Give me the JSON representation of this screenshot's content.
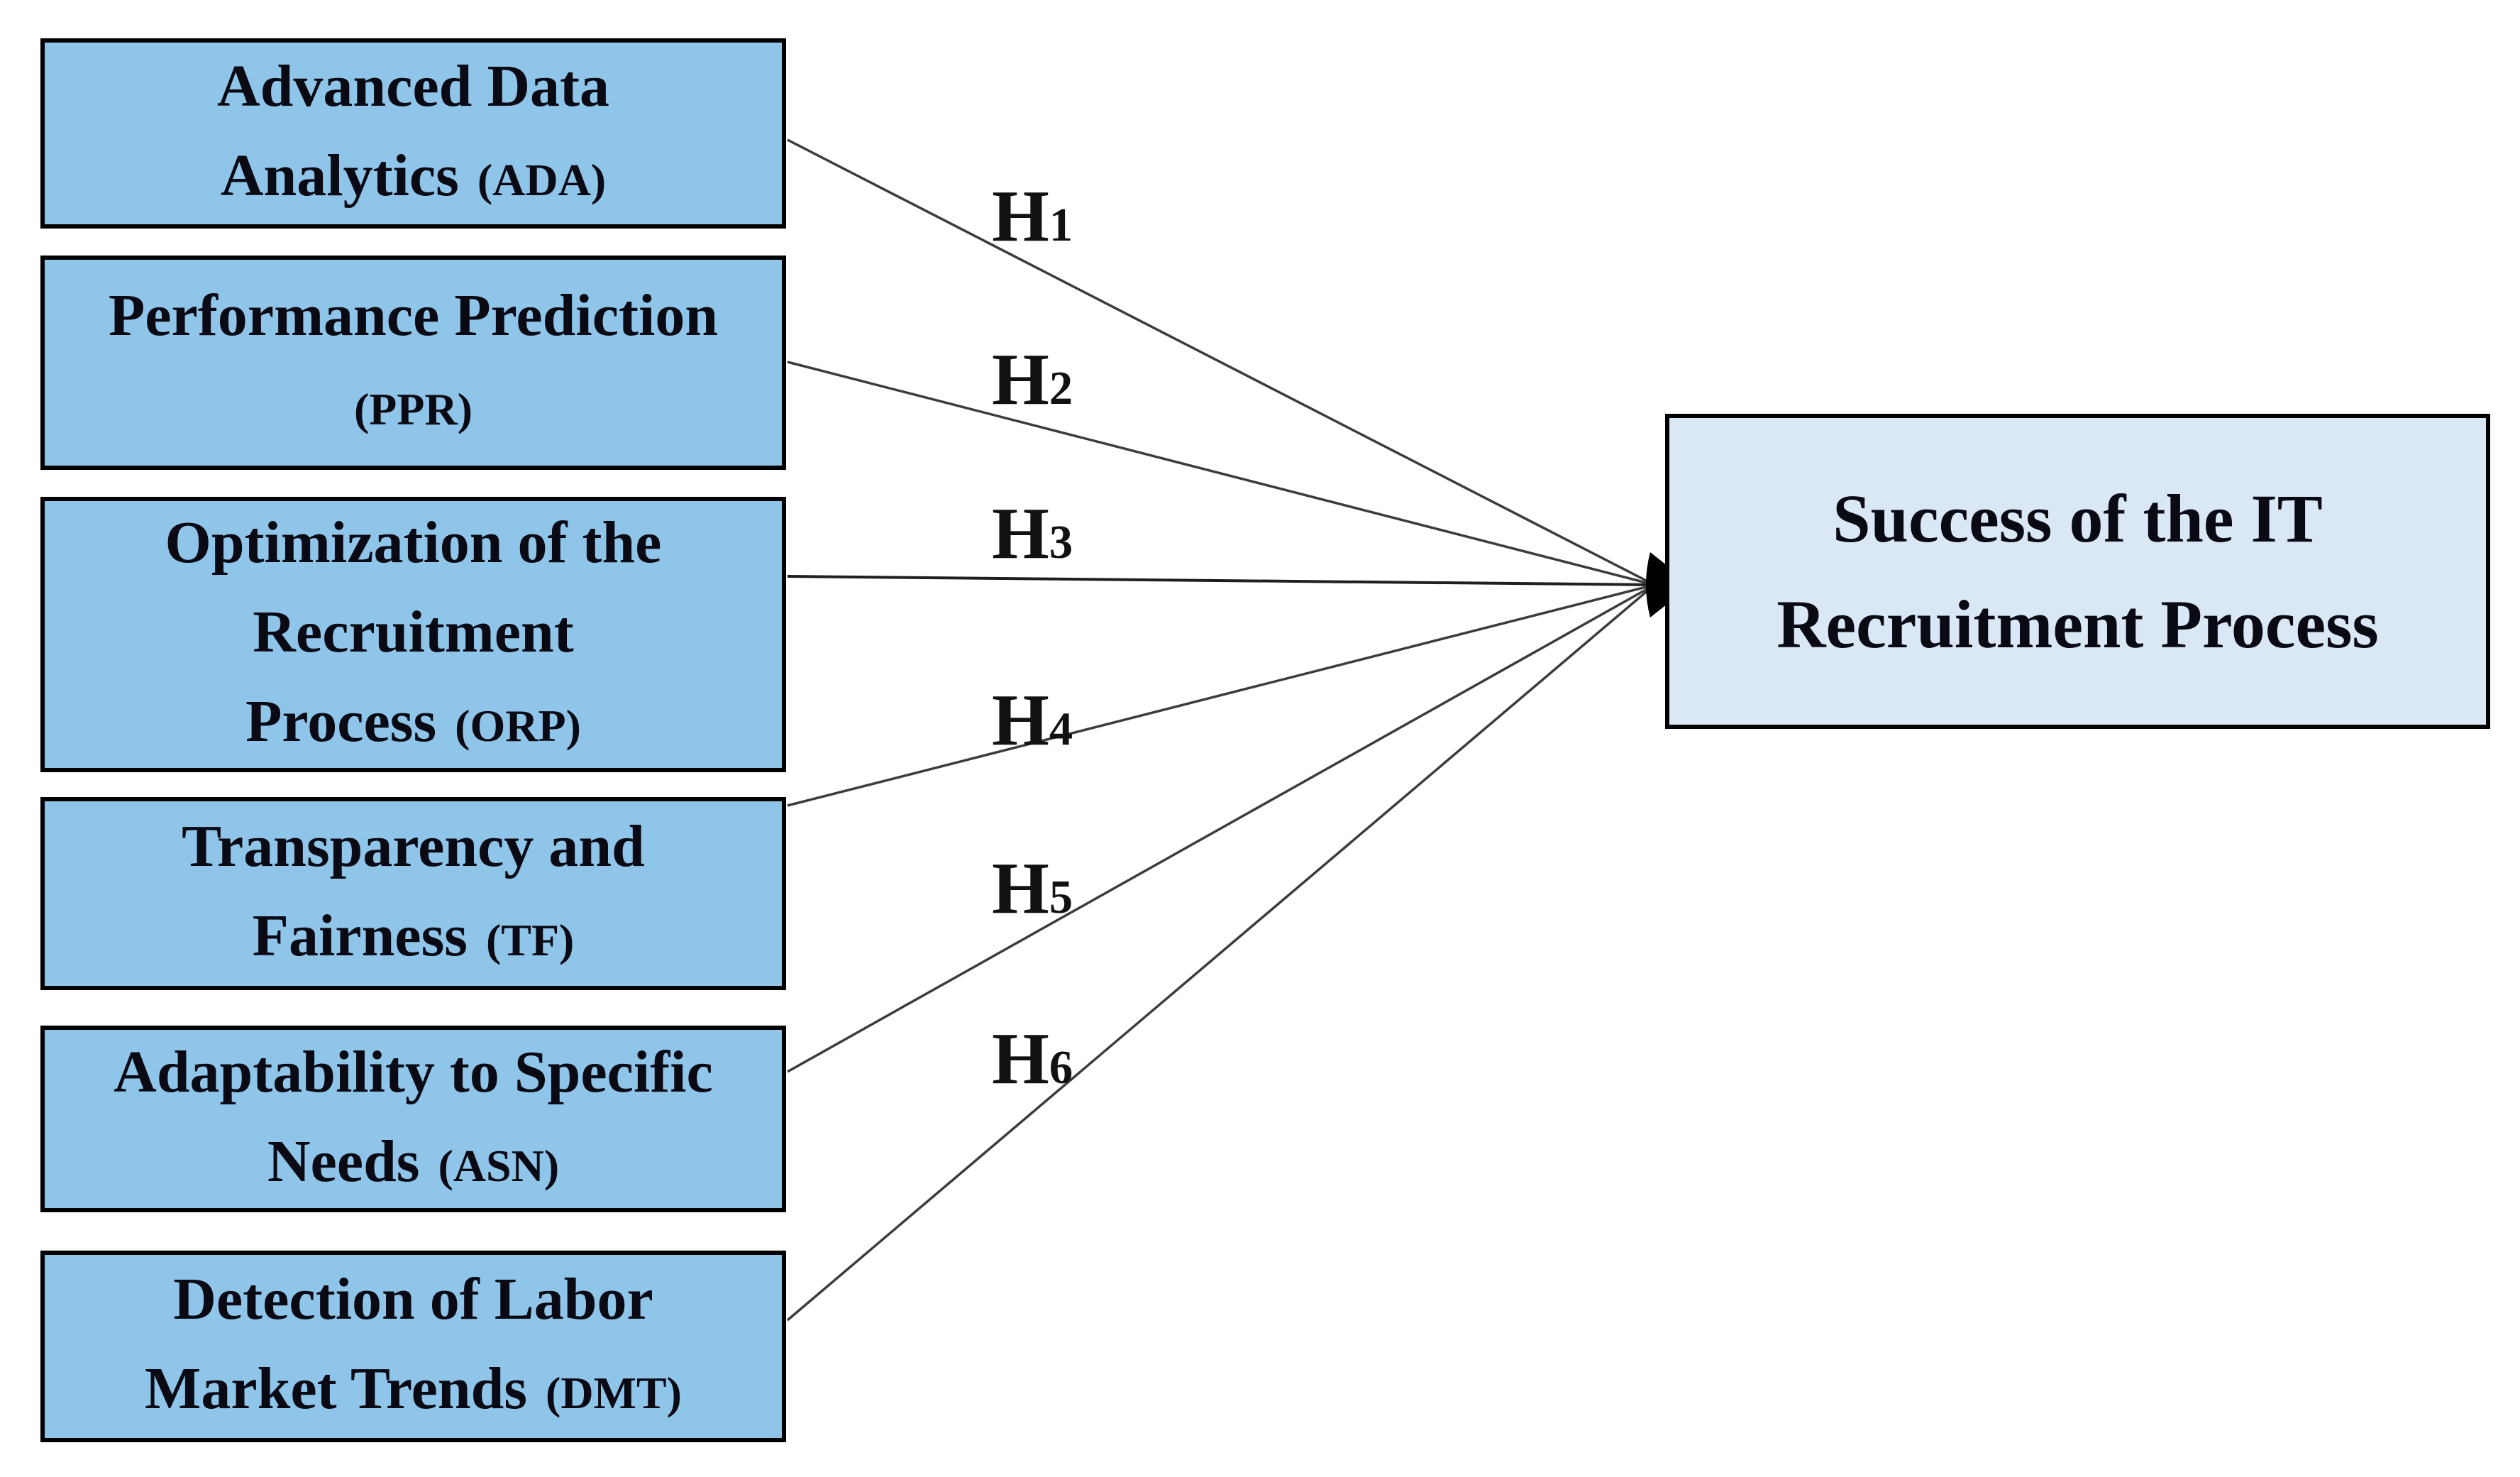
{
  "diagram_title": "IT recruitment success hypothesis model",
  "colors": {
    "canvas_bg": "#ffffff",
    "predictor_fill": "#90C5EA",
    "outcome_fill": "#DAE8F5",
    "border_color": "#000000",
    "connector_color": "#3c3c3c",
    "text_color": "#0a0a14",
    "hlabel_color": "#111111"
  },
  "predictors": [
    {
      "l1": "Advanced Data",
      "l2": "Analytics",
      "abbr": "(ADA)"
    },
    {
      "l1": "Performance Prediction",
      "l2": "",
      "abbr": "(PPR)"
    },
    {
      "l1": "Optimization of the",
      "l2": "Recruitment",
      "l3": "Process",
      "abbr": "(ORP)"
    },
    {
      "l1": "Transparency and",
      "l2": "Fairness",
      "abbr": "(TF)"
    },
    {
      "l1": "Adaptability to Specific",
      "l2": "Needs",
      "abbr": "(ASN)"
    },
    {
      "l1": "Detection of Labor",
      "l2": "Market Trends",
      "abbr": "(DMT)"
    }
  ],
  "hypotheses": [
    {
      "label": "H",
      "sub": "1"
    },
    {
      "label": "H",
      "sub": "2"
    },
    {
      "label": "H",
      "sub": "3"
    },
    {
      "label": "H",
      "sub": "4"
    },
    {
      "label": "H",
      "sub": "5"
    },
    {
      "label": "H",
      "sub": "6"
    }
  ],
  "outcome": {
    "l1": "Success of the IT",
    "l2": "Recruitment Process"
  }
}
